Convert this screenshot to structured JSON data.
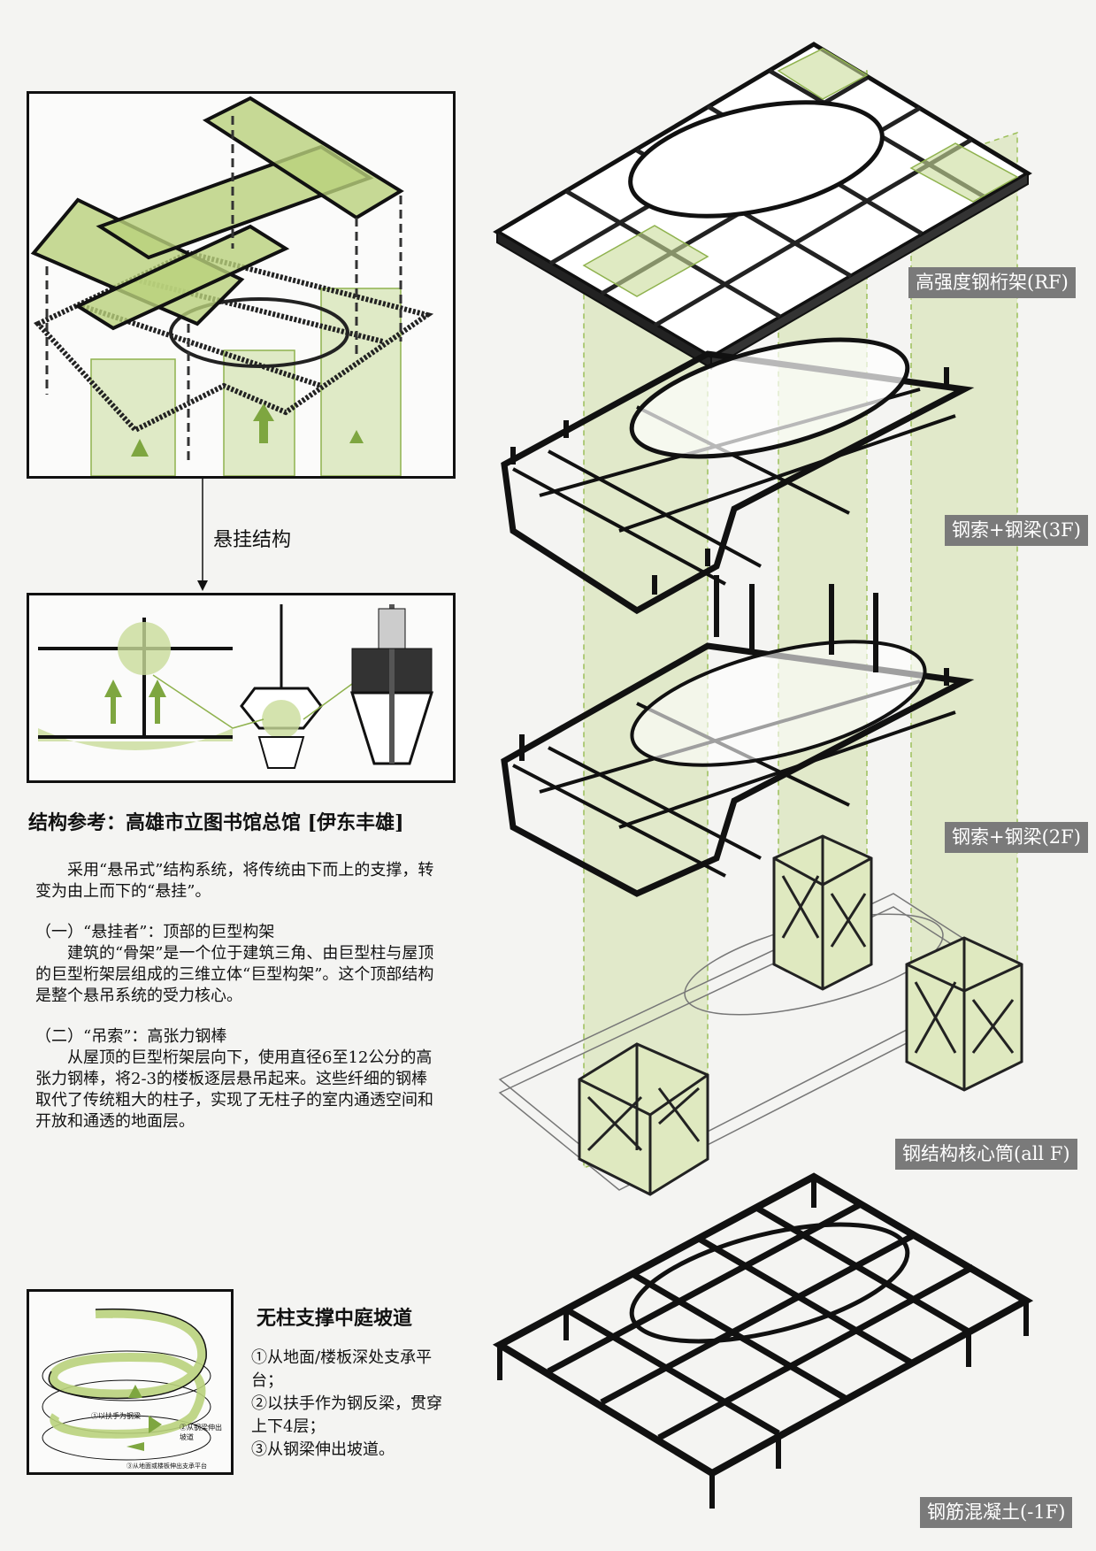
{
  "layers": {
    "rf": "高强度钢桁架(RF)",
    "f3": "钢索+钢梁(3F)",
    "f2": "钢索+钢梁(2F)",
    "core": "钢结构核心筒(all F)",
    "b1": "钢筋混凝土(-1F)"
  },
  "left": {
    "arrow_label": "悬挂结构",
    "title": "结构参考：高雄市立图书馆总馆 [伊东丰雄]",
    "intro": "　　采用“悬吊式”结构系统，将传统由下而上的支撑，转变为由上而下的“悬挂”。",
    "s1_head": "（一）“悬挂者”：顶部的巨型构架",
    "s1_body": "　　建筑的“骨架”是一个位于建筑三角、由巨型柱与屋顶的巨型桁架层组成的三维立体“巨型构架”。这个顶部结构是整个悬吊系统的受力核心。",
    "s2_head": "（二）“吊索”：高张力钢棒",
    "s2_body": "　　从屋顶的巨型桁架层向下，使用直径6至12公分的高张力钢棒，将2-3的楼板逐层悬吊起来。这些纤细的钢棒取代了传统粗大的柱子，实现了无柱子的室内通透空间和开放和通透的地面层。"
  },
  "ramp": {
    "title": "无柱支撑中庭坡道",
    "step1": "①从地面/楼板深处支承平台；",
    "step2": "②以扶手作为钢反梁，贯穿上下4层；",
    "step3": "③从钢梁伸出坡道。",
    "callout1": "①以扶手为钢梁",
    "callout2": "②从钢梁伸出坡道",
    "callout3": "③从地面或楼板伸出支承平台"
  },
  "colors": {
    "green_fill": "#c9dc9a",
    "green_line": "#8fb24e",
    "label_bg": "#7a7a7a",
    "ink": "#111111"
  }
}
